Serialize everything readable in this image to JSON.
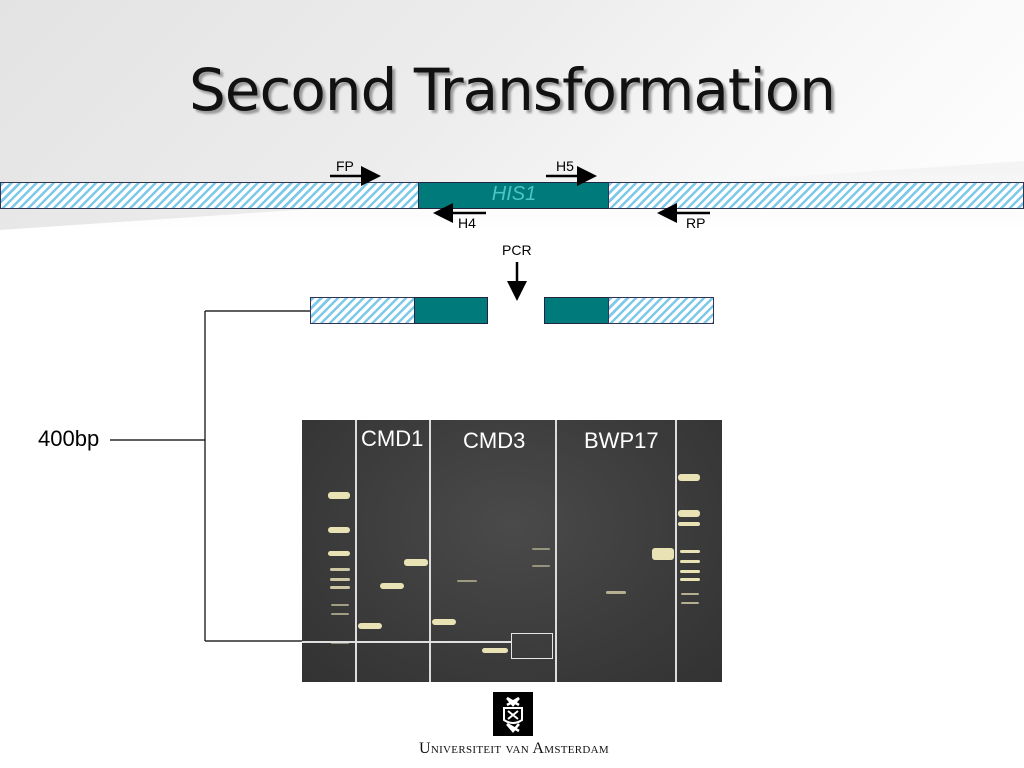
{
  "slide": {
    "title": "Second Transformation"
  },
  "diagram": {
    "gene_label": "HIS1",
    "primers": {
      "fp": "FP",
      "h5": "H5",
      "h4": "H4",
      "rp": "RP"
    },
    "pcr_label": "PCR",
    "marker_label": "400bp"
  },
  "gel": {
    "lane_labels": [
      "CMD1",
      "CMD3",
      "BWP17"
    ]
  },
  "logo": {
    "text": "Universiteit van Amsterdam"
  },
  "colors": {
    "gene": "#007a7a",
    "hatch": "#7ec9ea",
    "gel_background": "#3b3b3b",
    "band": "#e8e2b4"
  }
}
